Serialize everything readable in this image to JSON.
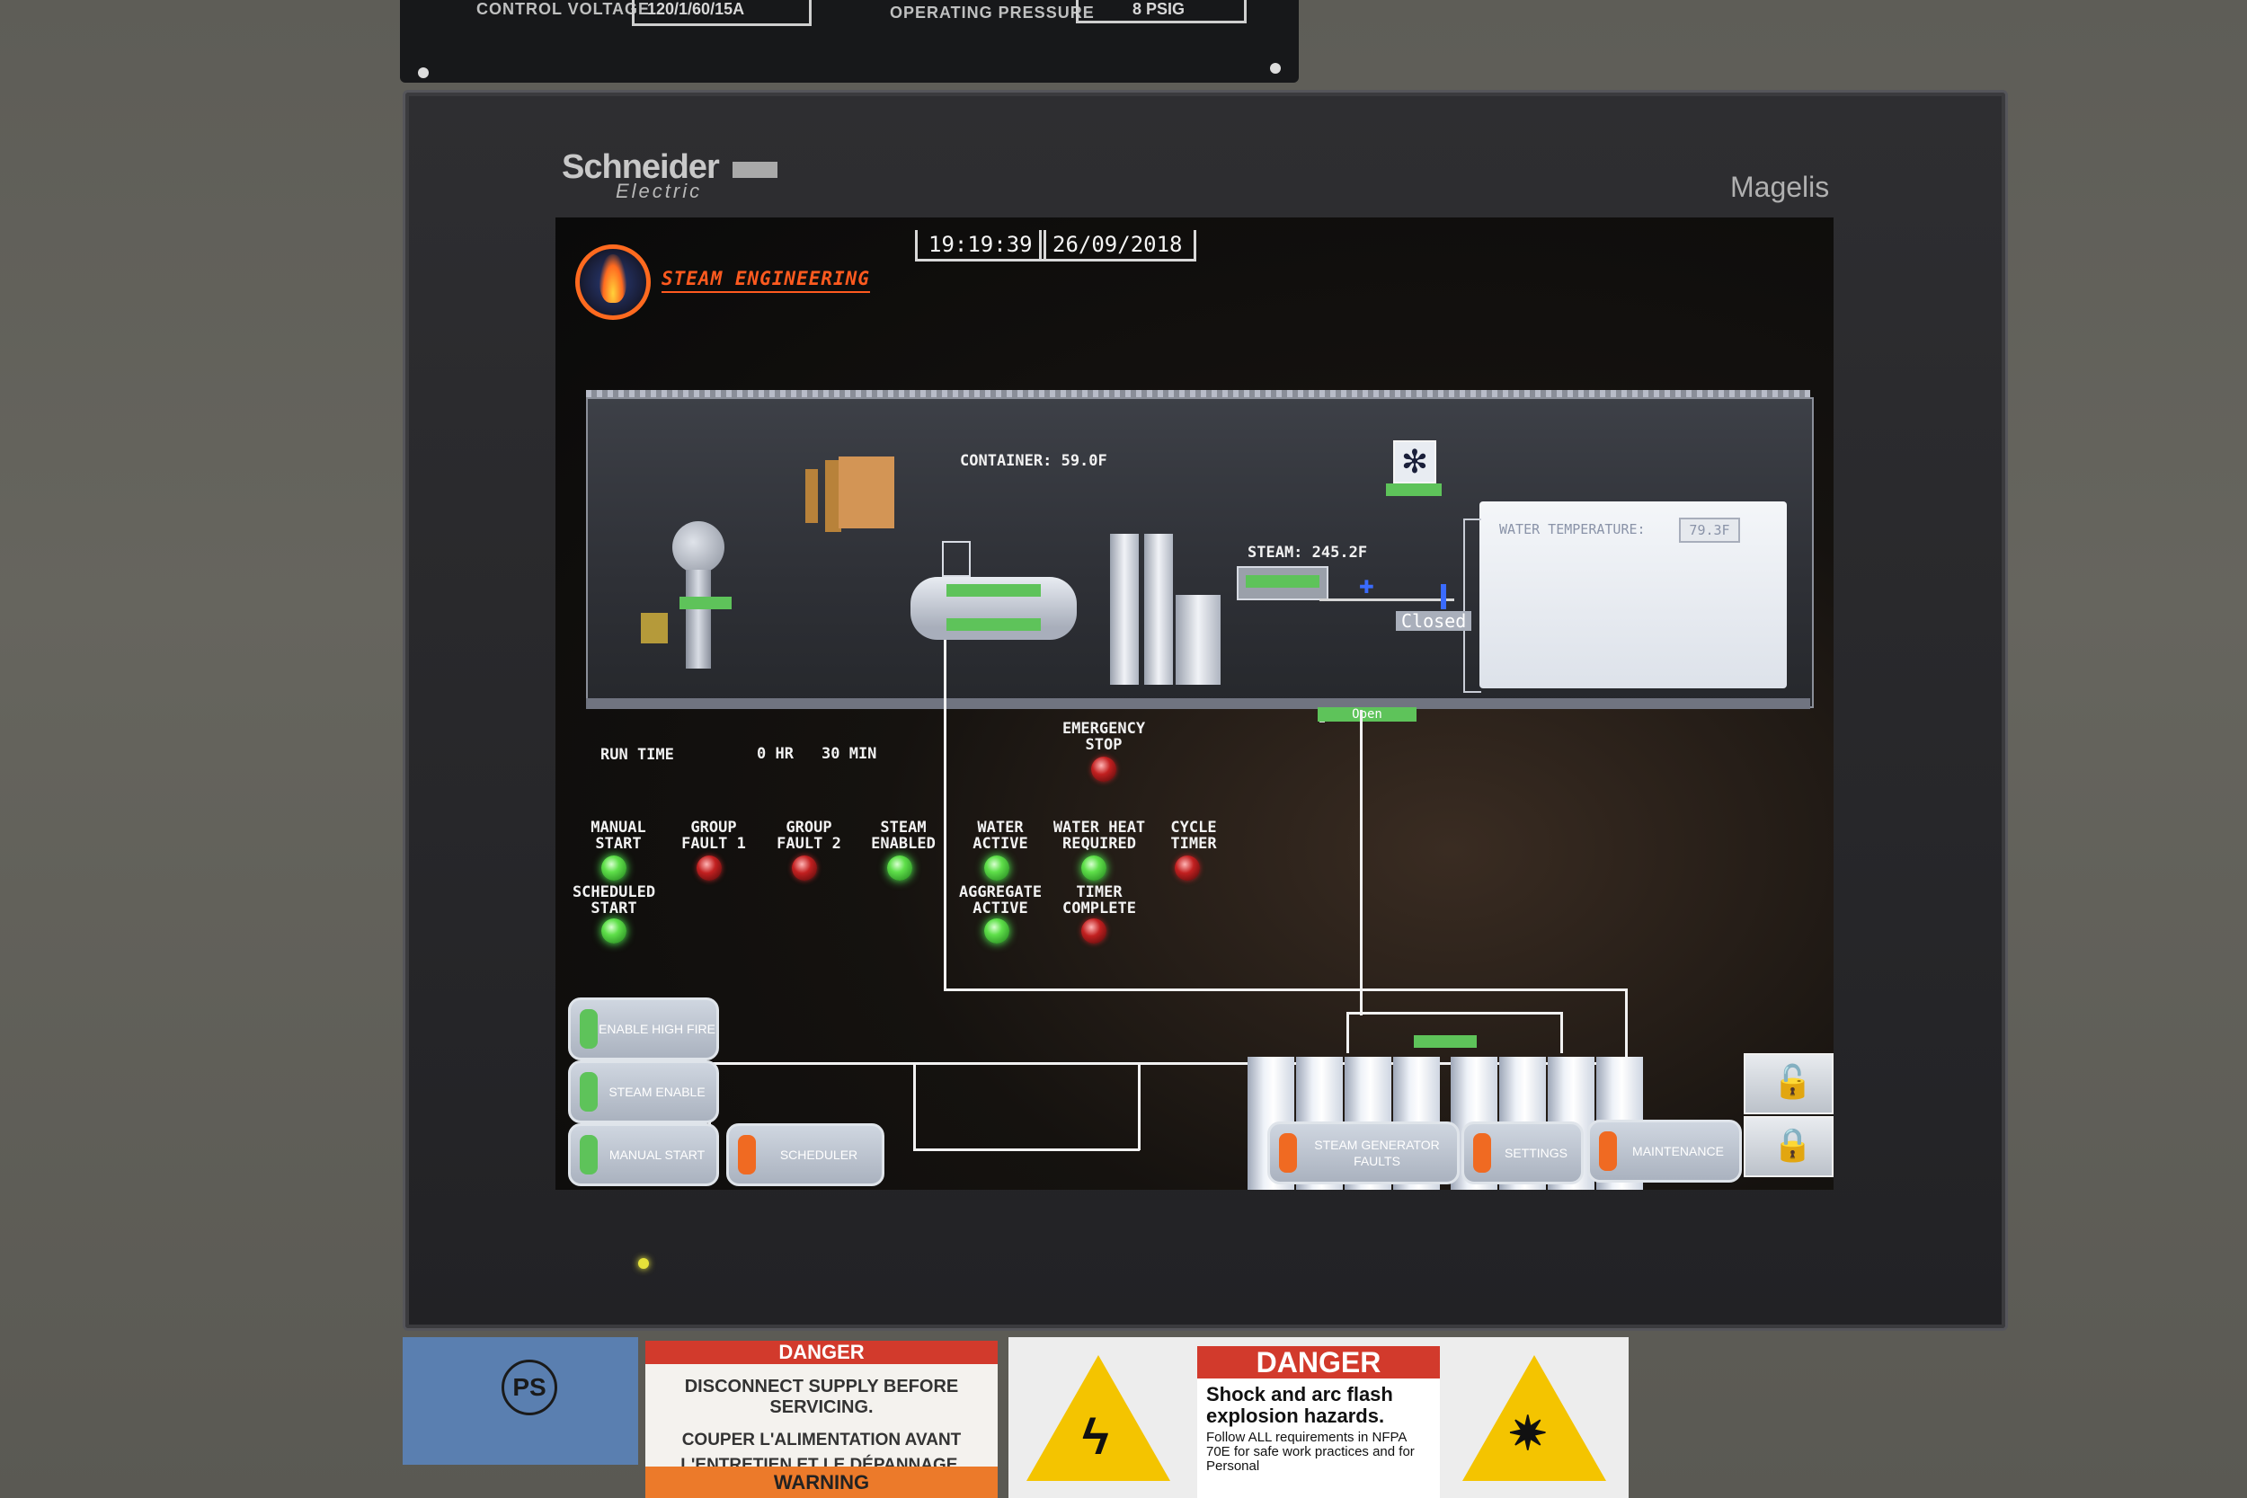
{
  "nameplate": {
    "control_voltage_label": "CONTROL VOLTAGE",
    "control_voltage_value": "120/1/60/15A",
    "operating_pressure_label": "OPERATING PRESSURE",
    "operating_pressure_value": "8 PSIG"
  },
  "bezel": {
    "brand": "Schneider",
    "brand_sub": "Electric",
    "model": "Magelis"
  },
  "hmi": {
    "logo_text": "STEAM ENGINEERING",
    "time": "19:19:39",
    "date": "26/09/2018",
    "container_temp": "CONTAINER: 59.0F",
    "steam_temp": "STEAM: 245.2F",
    "water_temp_label": "WATER TEMPERATURE:",
    "water_temp_value": "79.3F",
    "valve_closed": "Closed",
    "valve_open": "Open",
    "run_time_label": "RUN TIME",
    "run_time_hr": "0 HR",
    "run_time_min": "30 MIN",
    "indicators": {
      "emergency_stop": "EMERGENCY STOP",
      "manual_start": "MANUAL START",
      "group_fault_1": "GROUP FAULT 1",
      "group_fault_2": "GROUP FAULT 2",
      "steam_enabled": "STEAM ENABLED",
      "water_active": "WATER ACTIVE",
      "water_heat_required": "WATER HEAT REQUIRED",
      "cycle_timer": "CYCLE TIMER",
      "scheduled_start": "SCHEDULED START",
      "aggregate_active": "AGGREGATE ACTIVE",
      "timer_complete": "TIMER COMPLETE"
    },
    "buttons": {
      "enable_high_fire": "ENABLE HIGH FIRE",
      "steam_enable": "STEAM ENABLE",
      "manual_start": "MANUAL START",
      "scheduler": "SCHEDULER",
      "steam_generator_faults": "STEAM GENERATOR FAULTS",
      "settings": "SETTINGS",
      "maintenance": "MAINTENANCE"
    },
    "colors": {
      "status_green": "#5ec35a",
      "indicator_green": "#5fe04a",
      "indicator_red": "#c22020",
      "button_orange": "#f06a22",
      "logo_orange": "#ff5a1f"
    }
  },
  "stickers": {
    "danger1_header": "DANGER",
    "danger1_line1": "DISCONNECT SUPPLY BEFORE SERVICING.",
    "danger1_line2": "COUPER L'ALIMENTATION AVANT",
    "danger1_line3": "L'ENTRETIEN ET LE DÉPANNAGE.",
    "warning_header": "WARNING",
    "danger2_header": "DANGER",
    "danger2_title": "Shock and arc flash explosion hazards.",
    "danger2_body": "Follow ALL requirements in NFPA 70E for safe work practices and for Personal"
  }
}
